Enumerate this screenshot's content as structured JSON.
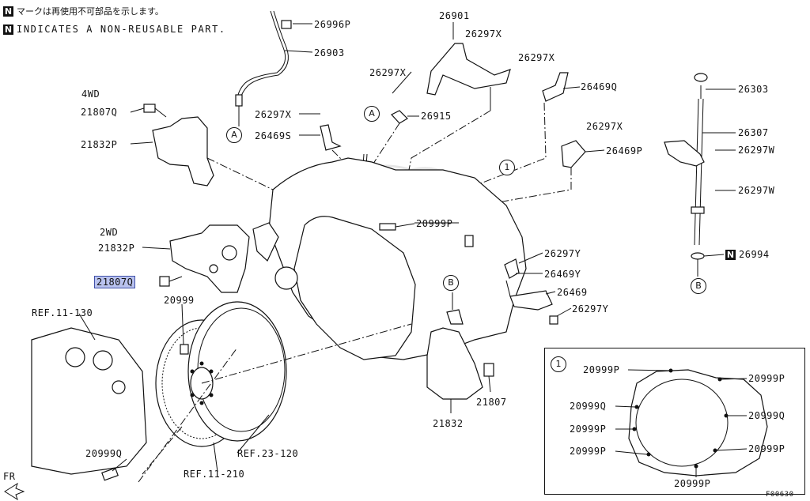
{
  "notes": {
    "symbol": "N",
    "jp": "マークは再使用不可部品を示します。",
    "en": "INDICATES A NON-REUSABLE PART."
  },
  "groups": {
    "g4wd": "4WD",
    "g2wd": "2WD"
  },
  "labels": {
    "p26996P": "26996P",
    "p26903": "26903",
    "p26901": "26901",
    "p26297X_a": "26297X",
    "p26297X_b": "26297X",
    "p26297X_c": "26297X",
    "p26297X_d": "26297X",
    "p26297X_e": "26297X",
    "p26469Q": "26469Q",
    "p26915": "26915",
    "p26469S": "26469S",
    "p26469P": "26469P",
    "p21807Q_top": "21807Q",
    "p21832P_top": "21832P",
    "p21832P_mid": "21832P",
    "p21807Q_hl": "21807Q",
    "p20999P_main": "20999P",
    "p20999_main": "20999",
    "ref11_130": "REF.11-130",
    "ref23_120": "REF.23-120",
    "ref11_210": "REF.11-210",
    "p20999Q_main": "20999Q",
    "p26297Y_a": "26297Y",
    "p26469Y": "26469Y",
    "p26469": "26469",
    "p26297Y_b": "26297Y",
    "p21807": "21807",
    "p21832": "21832",
    "p26303": "26303",
    "p26307": "26307",
    "p26297W_a": "26297W",
    "p26297W_b": "26297W",
    "p26994": "26994",
    "fr": "FR",
    "fig_code": "F00630"
  },
  "callouts": {
    "A": "A",
    "B": "B",
    "one": "1"
  },
  "inset": {
    "number": "1",
    "left": [
      "20999P",
      "20999Q",
      "20999P",
      "20999P"
    ],
    "right": [
      "20999P",
      "20999Q",
      "20999P"
    ],
    "bottom": "20999P"
  },
  "highlight_color": "#b9c2ee"
}
